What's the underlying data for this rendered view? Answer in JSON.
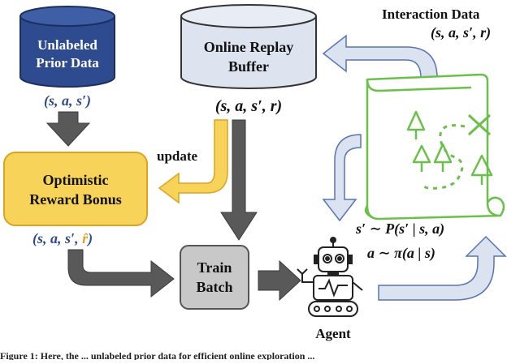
{
  "unlabeled": {
    "line1": "Unlabeled",
    "line2": "Prior Data",
    "tuple": "(s, a, s′)"
  },
  "replay": {
    "line1": "Online Replay",
    "line2": "Buffer",
    "tuple": "(s, a, s′, r)"
  },
  "interaction": {
    "title": "Interaction Data",
    "tuple": "(s, a, s′, r)"
  },
  "bonus": {
    "line1": "Optimistic",
    "line2": "Reward Bonus",
    "tuple_prefix": "(s, a, s′, ",
    "tuple_rhat": "r̂",
    "tuple_suffix": ")"
  },
  "update_label": "update",
  "batch": {
    "line1": "Train",
    "line2": "Batch"
  },
  "agent_label": "Agent",
  "dynamics": "s′ ∼ P(s′ | s, a)",
  "policy": "a ∼ π(a | s)",
  "caption": "Figure 1: Here, the ... unlabeled prior data for efficient online exploration ...",
  "colors": {
    "navy": "#2e4b8f",
    "light_blue": "#dde3ef",
    "blue_arrow": "#dbe3f1",
    "blue_arrow_stroke": "#5874b3",
    "yellow": "#f7d35a",
    "yellow_stroke": "#d9a520",
    "gray_box": "#c8c8c8",
    "dark_arrow": "#595959",
    "green": "#6bbf4b"
  }
}
